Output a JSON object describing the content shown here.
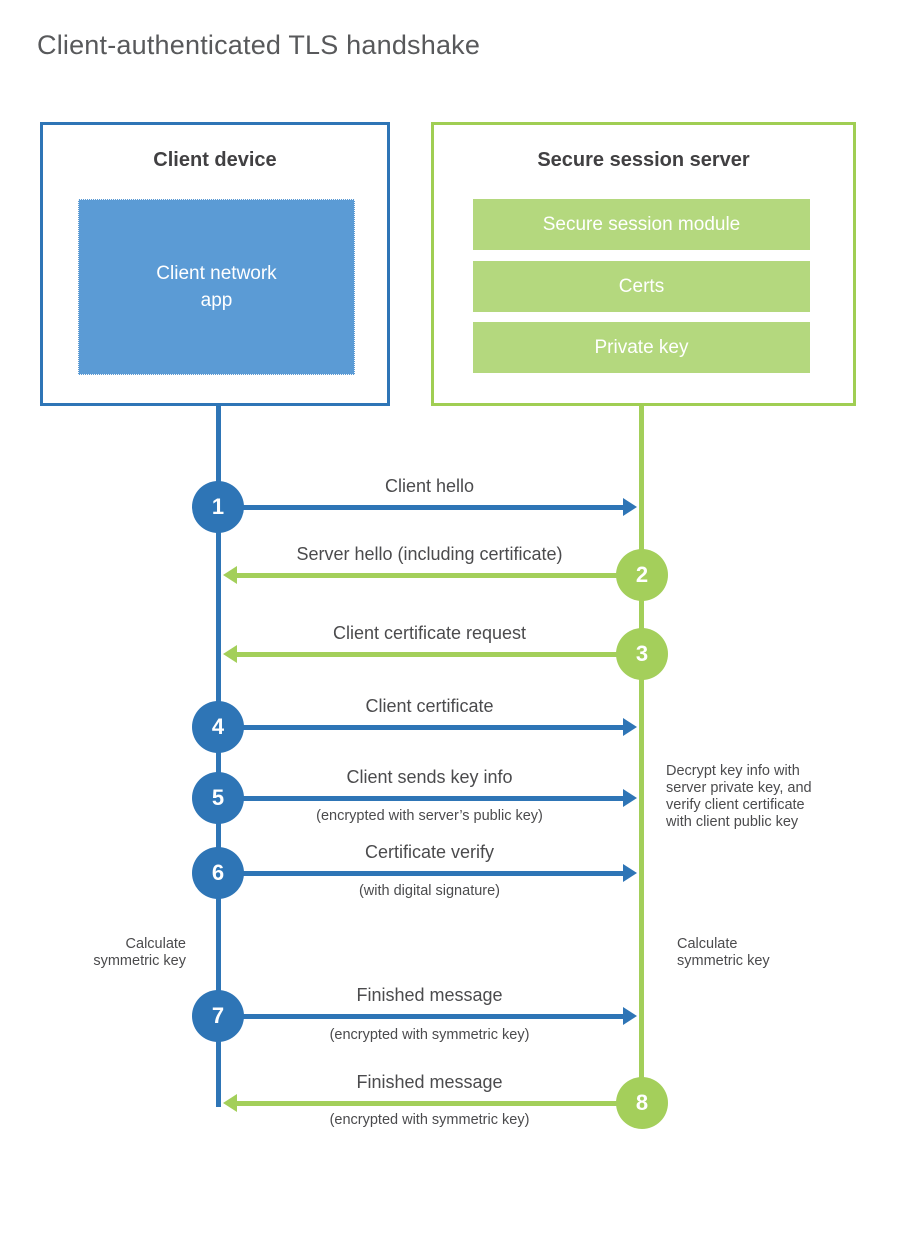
{
  "title": "Client-authenticated TLS handshake",
  "colors": {
    "client_accent": "#2e75b6",
    "client_fill": "#5b9bd5",
    "server_accent": "#a3cf5a",
    "server_fill": "#b4d87e",
    "text_dark": "#414042",
    "text_label": "#4b4b4d"
  },
  "client_box": {
    "title": "Client device",
    "app_label": "Client network\napp"
  },
  "server_box": {
    "title": "Secure session server",
    "modules": [
      "Secure session module",
      "Certs",
      "Private key"
    ]
  },
  "steps": [
    {
      "number": "1",
      "actor": "client",
      "direction": "right",
      "label": "Client hello",
      "sublabel": ""
    },
    {
      "number": "2",
      "actor": "server",
      "direction": "left",
      "label": "Server hello (including certificate)",
      "sublabel": ""
    },
    {
      "number": "3",
      "actor": "server",
      "direction": "left",
      "label": "Client certificate request",
      "sublabel": ""
    },
    {
      "number": "4",
      "actor": "client",
      "direction": "right",
      "label": "Client certificate",
      "sublabel": ""
    },
    {
      "number": "5",
      "actor": "client",
      "direction": "right",
      "label": "Client sends key info",
      "sublabel": "(encrypted with server’s public key)"
    },
    {
      "number": "6",
      "actor": "client",
      "direction": "right",
      "label": "Certificate verify",
      "sublabel": "(with digital signature)"
    },
    {
      "number": "7",
      "actor": "client",
      "direction": "right",
      "label": "Finished message",
      "sublabel": "(encrypted with symmetric key)"
    },
    {
      "number": "8",
      "actor": "server",
      "direction": "left",
      "label": "Finished message",
      "sublabel": "(encrypted with symmetric key)"
    }
  ],
  "notes": {
    "server_decrypt": "Decrypt key info with\nserver private key, and\nverify client certificate\nwith client public key",
    "calculate_left": "Calculate\nsymmetric key",
    "calculate_right": "Calculate\nsymmetric key"
  }
}
